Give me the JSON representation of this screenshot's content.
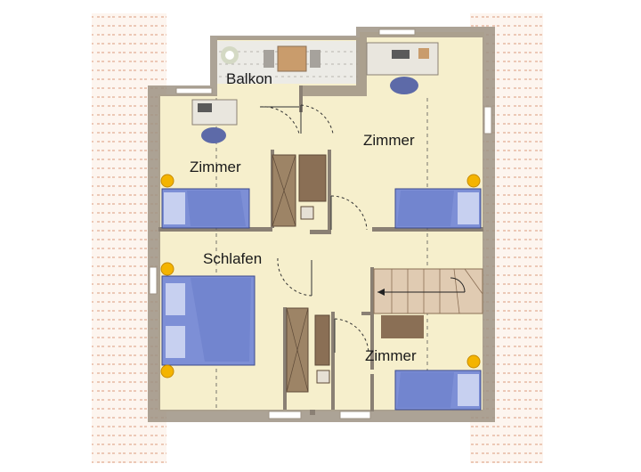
{
  "rooms": {
    "balcony": "Balkon",
    "room_top_left": "Zimmer",
    "room_top_right": "Zimmer",
    "bedroom": "Schlafen",
    "room_bottom_right": "Zimmer"
  },
  "colors": {
    "floor": "#f6efcc",
    "wall": "#9e9384",
    "roof_stripe": "#e6b9a3",
    "roof_bg": "#fdf5ef",
    "bed": "#7d8fd6",
    "bed_light": "#c7d0f0",
    "wood": "#8a6f55",
    "stair": "#e0cbb2",
    "lamp": "#f4b400"
  }
}
